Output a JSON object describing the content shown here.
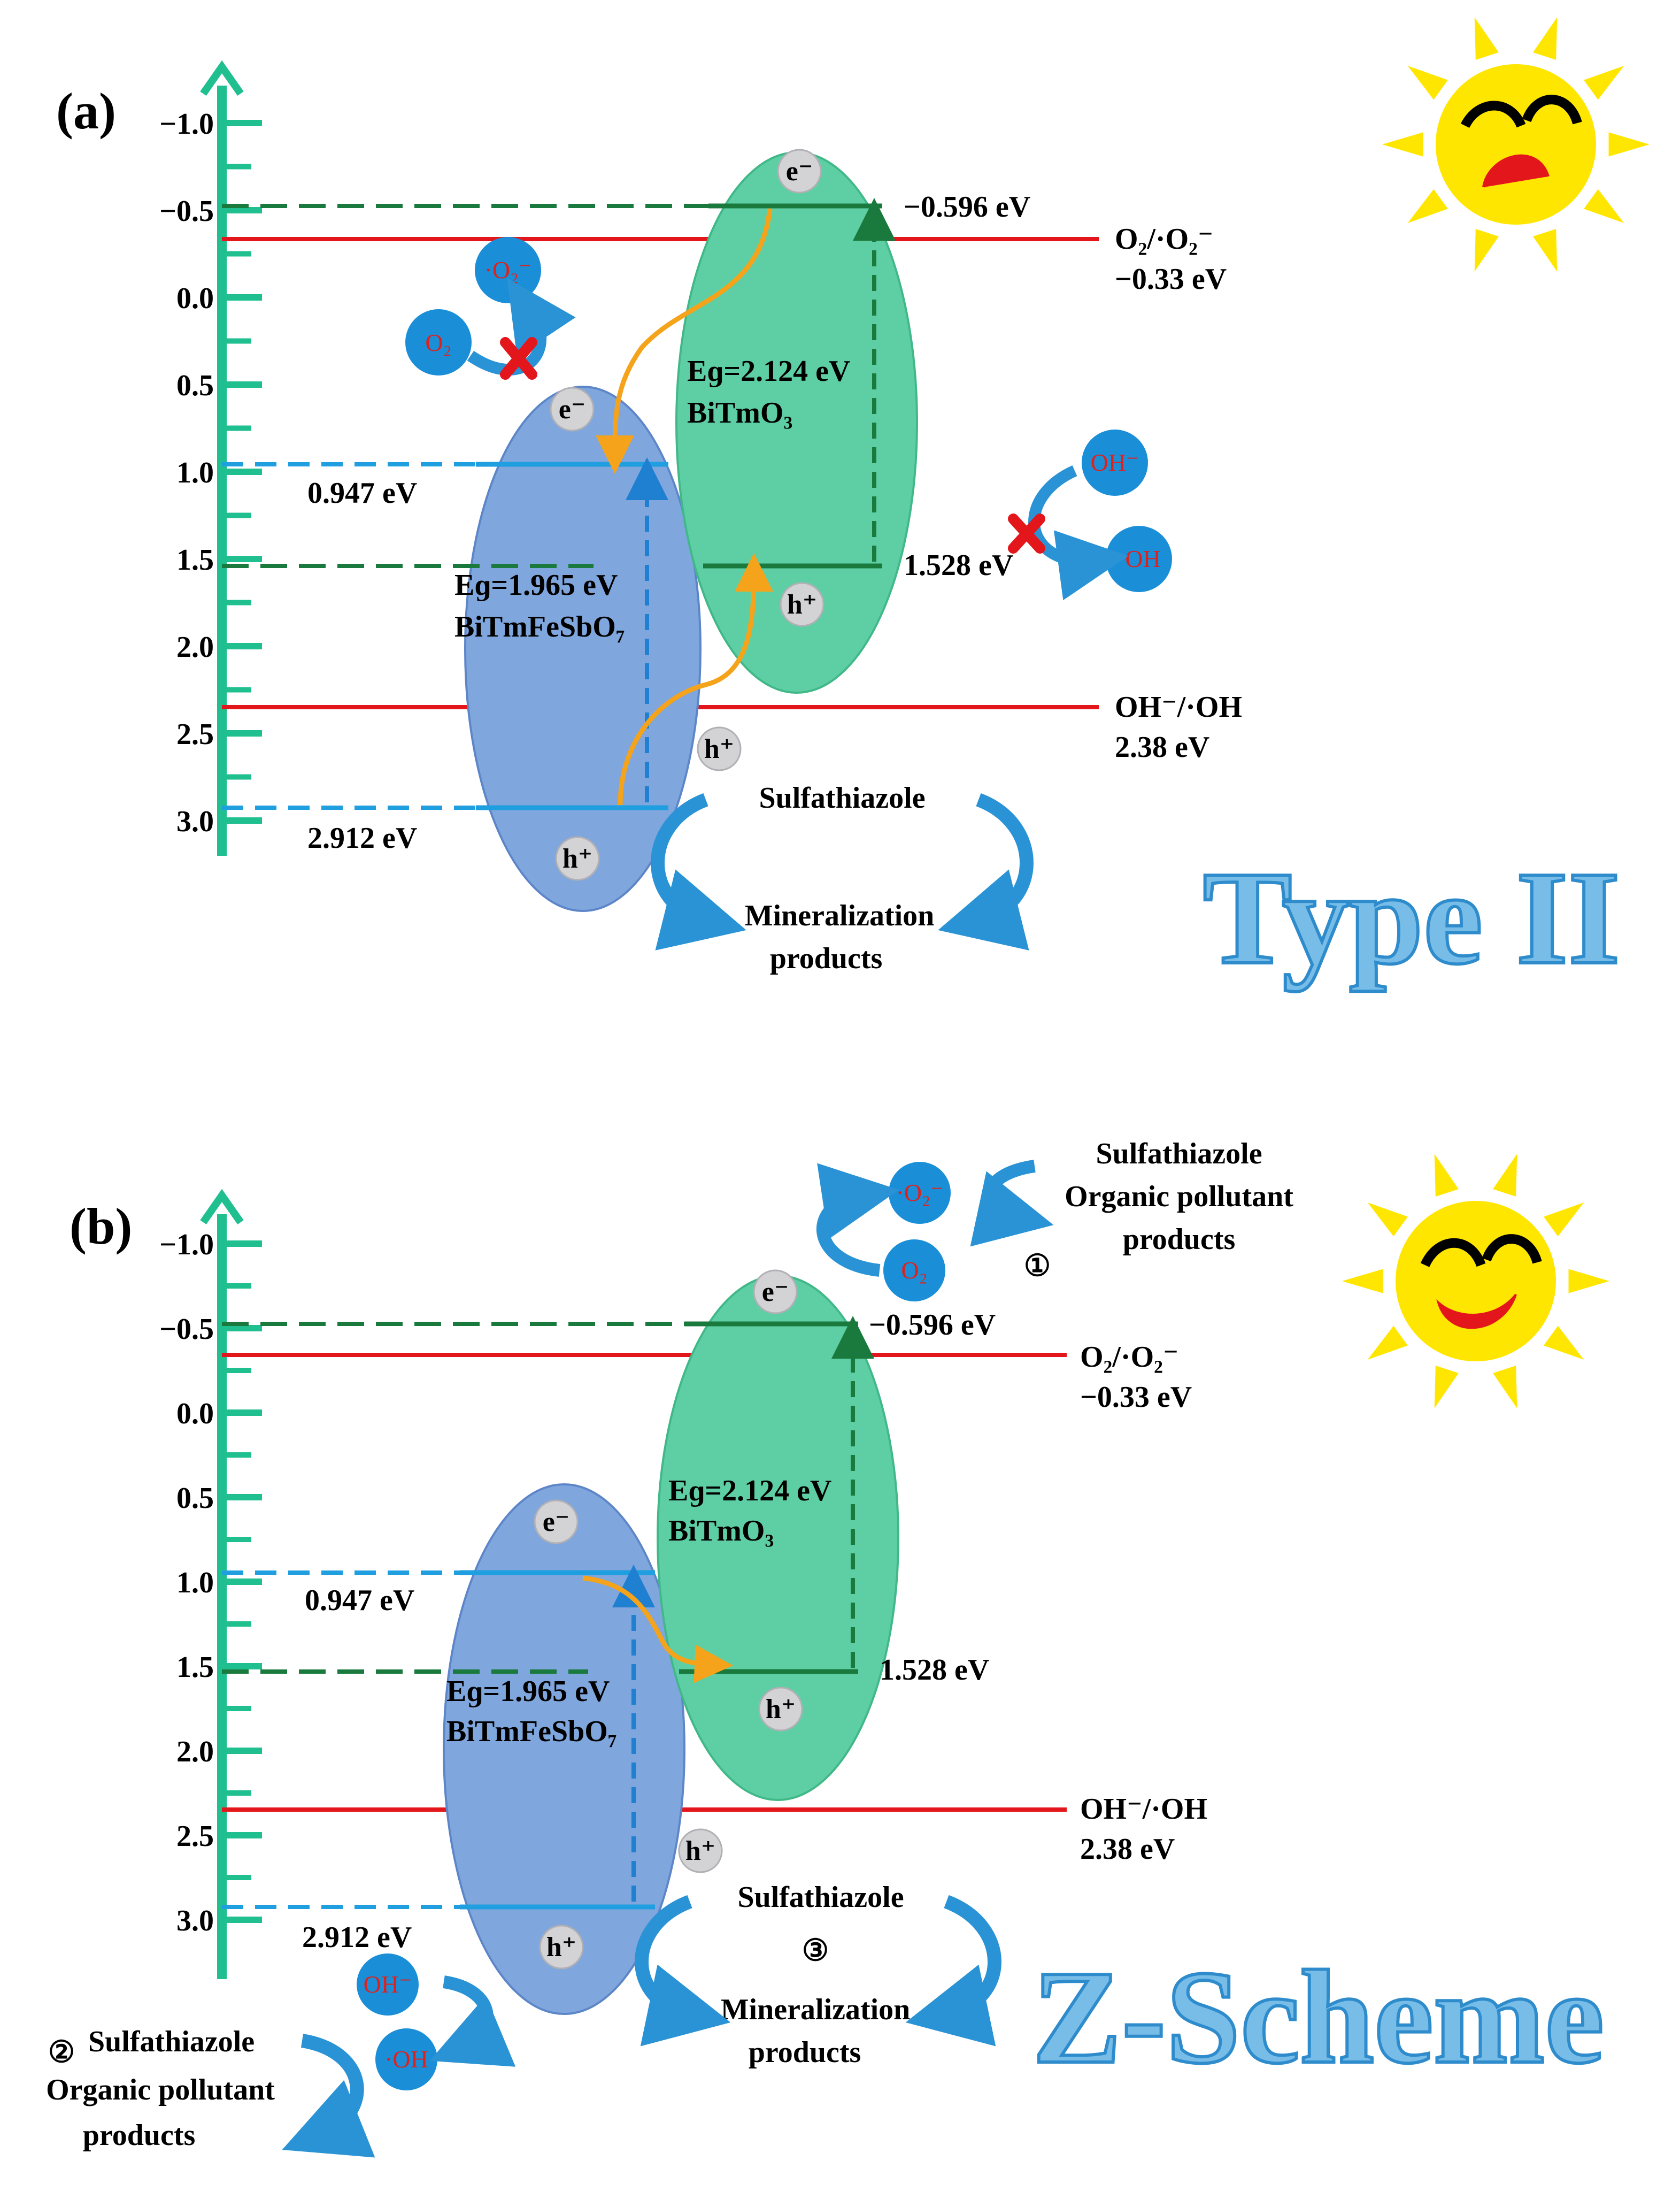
{
  "colors": {
    "axis": "#1fbf8f",
    "red_line": "#e3161b",
    "blue_band": "#7fa6dd",
    "green_band": "#5ecfa4",
    "blue_dash": "#1f9ee0",
    "green_dash": "#1a7a3e",
    "orange": "#f5a31a",
    "circle_blue": "#1a8fd8",
    "sun": "#ffe600"
  },
  "axis_ticks": [
    "−1.0",
    "−0.5",
    "0.0",
    "0.5",
    "1.0",
    "1.5",
    "2.0",
    "2.5",
    "3.0"
  ],
  "panel_a": {
    "label": "(a)",
    "title": "Type II",
    "cb_green": "−0.596 eV",
    "vb_green": "1.528 eV",
    "cb_blue": "0.947 eV",
    "vb_blue": "2.912 eV",
    "o2_couple": "O₂/·O₂⁻",
    "o2_potential": "−0.33 eV",
    "oh_couple": "OH⁻/·OH",
    "oh_potential": "2.38 eV",
    "green_eg": "Eɡ=2.124 eV",
    "green_name": "BiTmO₃",
    "blue_eg": "Eɡ=1.965 eV",
    "blue_name": "BiTmFeSbO₇",
    "electron": "e⁻",
    "hole": "h⁺",
    "o2": "O₂",
    "o2_radical": "·O₂⁻",
    "oh_minus": "OH⁻",
    "oh_radical": "·OH",
    "cycle_top": "Sulfathiazole",
    "cycle_bottom_1": "Mineralization",
    "cycle_bottom_2": "products"
  },
  "panel_b": {
    "label": "(b)",
    "title": "Z-Scheme",
    "cb_green": "−0.596 eV",
    "vb_green": "1.528 eV",
    "cb_blue": "0.947 eV",
    "vb_blue": "2.912 eV",
    "o2_couple": "O₂/·O₂⁻",
    "o2_potential": "−0.33 eV",
    "oh_couple": "OH⁻/·OH",
    "oh_potential": "2.38 eV",
    "green_eg": "Eɡ=2.124 eV",
    "green_name": "BiTmO₃",
    "blue_eg": "Eɡ=1.965 eV",
    "blue_name": "BiTmFeSbO₇",
    "electron": "e⁻",
    "hole": "h⁺",
    "o2": "O₂",
    "o2_radical": "·O₂⁻",
    "oh_minus": "OH⁻",
    "oh_radical": "·OH",
    "path1_marker": "①",
    "path1_line1": "Sulfathiazole",
    "path1_line2": "Organic pollutant",
    "path1_line3": "products",
    "path2_marker": "②",
    "path2_line1": "Sulfathiazole",
    "path2_line2": "Organic pollutant",
    "path2_line3": "products",
    "path3_marker": "③",
    "cycle_top": "Sulfathiazole",
    "cycle_bottom_1": "Mineralization",
    "cycle_bottom_2": "products"
  }
}
